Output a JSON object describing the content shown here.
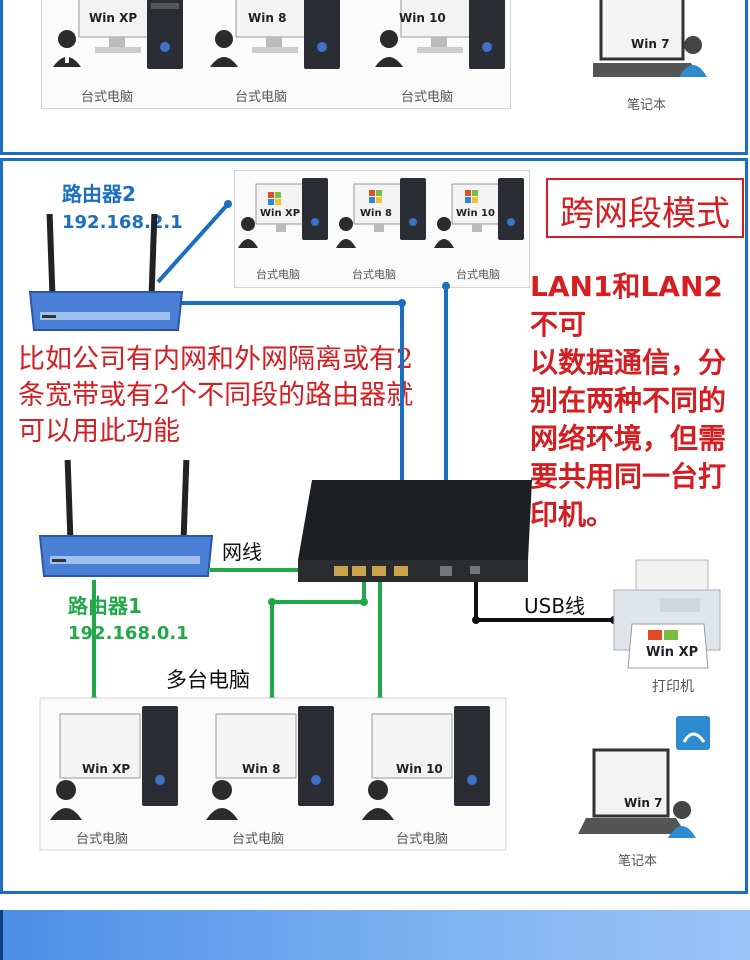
{
  "top_section": {
    "os": [
      "Win XP",
      "Win 8",
      "Win 10"
    ],
    "pc_label": "台式电脑",
    "laptop_os": "Win 7",
    "laptop_label": "笔记本"
  },
  "router2": {
    "name": "路由器2",
    "ip": "192.168.2.1"
  },
  "router1": {
    "name": "路由器1",
    "ip": "192.168.0.1"
  },
  "mode_title": "跨网段模式",
  "red_description": "LAN1和LAN2不可以数据通信，分别在两种不同的网络环境，但需要共用同一台打印机。",
  "red_description_lines": [
    "LAN1和LAN2不可",
    "以数据通信，分",
    "别在两种不同的",
    "网络环境，但需",
    "要共用同一台打",
    "印机。"
  ],
  "example_lines": [
    "比如公司有内网和外网隔离或有2",
    "条宽带或有2个不同段的路由器就",
    "可以用此功能"
  ],
  "cable_label": "网线",
  "usb_label": "USB线",
  "multi_pc_label": "多台电脑",
  "printer_label": "打印机",
  "printer_os": "Win XP",
  "upper_tray": {
    "os": [
      "Win XP",
      "Win 8",
      "Win 10"
    ],
    "pc_label": "台式电脑"
  },
  "lower_tray": {
    "os": [
      "Win XP",
      "Win 8",
      "Win 10"
    ],
    "pc_label": "台式电脑"
  },
  "bottom_laptop": {
    "os": "Win 7",
    "label": "笔记本"
  },
  "colors": {
    "frame": "#1c6ec2",
    "router2_link": "#1a6fc0",
    "router1_link": "#22a84a",
    "text_red": "#d51e22",
    "usb": "#111111"
  }
}
